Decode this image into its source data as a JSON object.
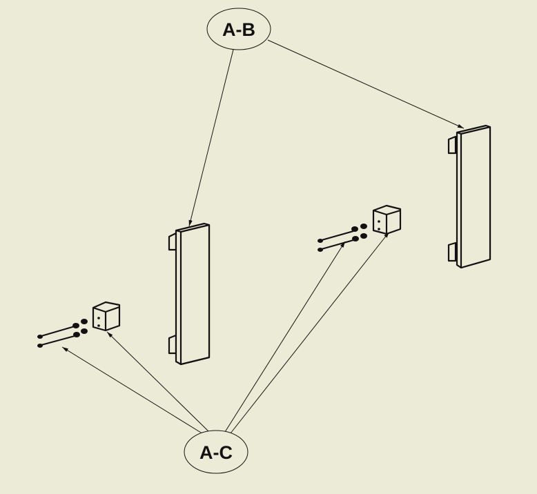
{
  "drawing": {
    "background": "#ecebd8",
    "balloons": [
      {
        "id": "ab",
        "label": "A-B"
      },
      {
        "id": "ac",
        "label": "A-C"
      }
    ]
  }
}
